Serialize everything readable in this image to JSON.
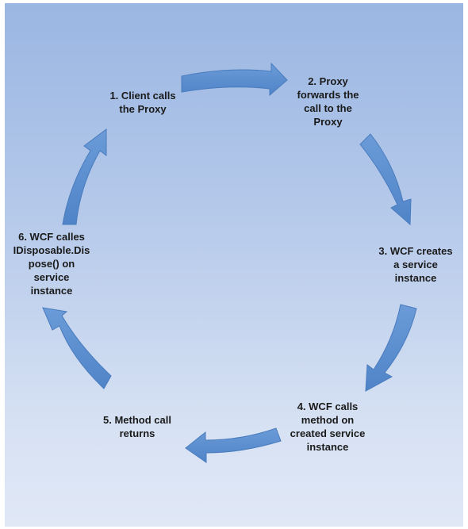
{
  "diagram": {
    "steps": [
      {
        "label": "1. Client calls\nthe Proxy"
      },
      {
        "label": "2. Proxy\nforwards the\ncall to the\nProxy"
      },
      {
        "label": "3. WCF creates\na service\ninstance"
      },
      {
        "label": "4. WCF calls\nmethod on\ncreated service\ninstance"
      },
      {
        "label": "5. Method call\nreturns"
      },
      {
        "label": "6. WCF calles\nIDisposable.Dis\npose() on\nservice\ninstance"
      }
    ],
    "colors": {
      "arrow_fill": "#5b8fd0",
      "arrow_stroke": "#4a7cbd",
      "background_top": "#9ab6e2",
      "background_bottom": "#e0e8f6"
    }
  }
}
